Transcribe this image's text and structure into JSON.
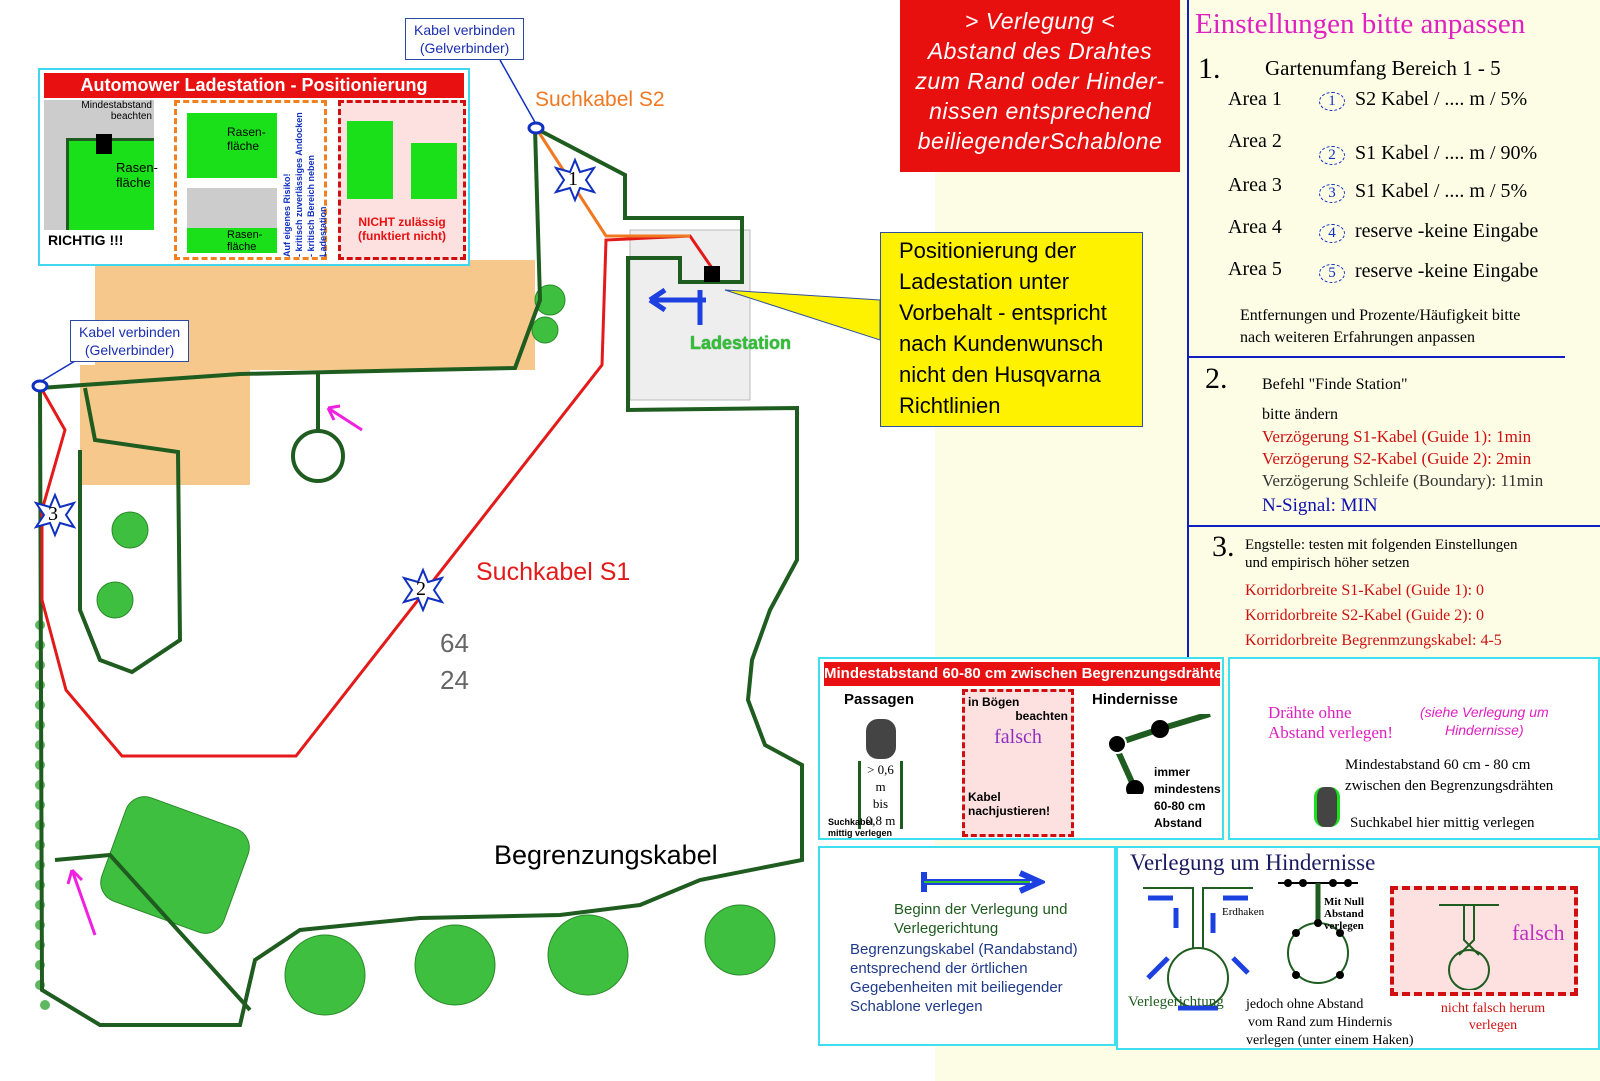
{
  "colors": {
    "boundary": "#1f5c1f",
    "s1": "#e41a1a",
    "s2": "#f07820",
    "accent_red": "#e80f0f",
    "callout_yellow": "#fff200",
    "magenta": "#e020c0",
    "cyan_border": "#3ee0f0"
  },
  "map": {
    "callout_top": {
      "line1": "Kabel verbinden",
      "line2": "(Gelverbinder)"
    },
    "callout_left": {
      "line1": "Kabel verbinden",
      "line2": "(Gelverbinder)"
    },
    "s2_label": "Suchkabel S2",
    "s1_label": "Suchkabel S1",
    "boundary_label": "Begrenzungskabel",
    "ladestation_label": "Ladestation",
    "plan_number_1": "64",
    "plan_number_2": "24",
    "stars": [
      "1",
      "2",
      "3"
    ]
  },
  "inset": {
    "title": "Automower Ladestation - Positionierung",
    "min_distance": "Mindestabstand beachten",
    "lawn": "Rasen-fläche",
    "correct": "RICHTIG !!!",
    "risk_line1": "Auf eigenes Risiko!",
    "risk_line2": "- kritisch zuverlässiges Andocken",
    "risk_line3": "- kritisch Bereich neben Ladestation",
    "not_allowed_line1": "NICHT zulässig",
    "not_allowed_line2": "(funktiert nicht)"
  },
  "verlegung": {
    "line1": "> Verlegung <",
    "line2": "Abstand des Drahtes",
    "line3": "zum Rand oder Hinder-",
    "line4": "nissen entsprechend",
    "line5": "beiliegenderSchablone"
  },
  "ladestation_callout": {
    "line1": "Positionierung der",
    "line2": "Ladestation unter",
    "line3": "Vorbehalt - entspricht",
    "line4": "nach Kundenwunsch",
    "line5": "nicht den Husqvarna",
    "line6": "Richtlinien"
  },
  "settings": {
    "title": "Einstellungen bitte anpassen",
    "section1": {
      "number": "1.",
      "heading": "Gartenumfang Bereich 1 - 5",
      "areas": [
        {
          "label": "Area 1",
          "star": "1",
          "value": "S2 Kabel / .... m / 5%"
        },
        {
          "label": "Area 2",
          "star": "2",
          "value": "S1 Kabel / .... m / 90%"
        },
        {
          "label": "Area 3",
          "star": "3",
          "value": "S1 Kabel / .... m / 5%"
        },
        {
          "label": "Area 4",
          "star": "4",
          "value": "reserve -keine Eingabe"
        },
        {
          "label": "Area 5",
          "star": "5",
          "value": "reserve -keine Eingabe"
        }
      ],
      "note_line1": "Entfernungen und Prozente/Häufigkeit bitte",
      "note_line2": "nach weiteren Erfahrungen anpassen"
    },
    "section2": {
      "number": "2.",
      "line1": "Befehl \"Finde Station\"",
      "line2": "bitte ändern",
      "delay_s1": "Verzögerung S1-Kabel (Guide 1): 1min",
      "delay_s2": "Verzögerung S2-Kabel (Guide 2): 2min",
      "delay_boundary": "Verzögerung Schleife (Boundary): 11min",
      "n_signal": "N-Signal: MIN"
    },
    "section3": {
      "number": "3.",
      "line1": "Engstelle: testen mit folgenden Einstellungen",
      "line2": "und empirisch höher setzen",
      "corridor_s1": "Korridorbreite S1-Kabel (Guide 1): 0",
      "corridor_s2": "Korridorbreite S2-Kabel (Guide 2): 0",
      "corridor_boundary": "Korridorbreite Begrenmzungskabel: 4-5"
    }
  },
  "min_distance_panel": {
    "title": "Mindestabstand 60-80 cm zwischen Begrenzungsdrähten",
    "passagen": "Passagen",
    "dist_1": "> 0,6 m",
    "dist_2": "bis",
    "dist_3": "0,8 m",
    "suchkabel_1": "Suchkabel",
    "suchkabel_2": "mittig verlegen",
    "bends_1": "in Bögen",
    "bends_2": "beachten",
    "falsch": "falsch",
    "adjust_1": "Kabel",
    "adjust_2": "nachjustieren!",
    "obstacles": "Hindernisse",
    "always_1": "immer",
    "always_2": "mindestens",
    "always_3": "60-80 cm",
    "always_4": "Abstand"
  },
  "wire_panel": {
    "no_gap_1": "Drähte ohne",
    "no_gap_2": "Abstand verlegen!",
    "see_1": "(siehe Verlegung um",
    "see_2": "Hindernisse)",
    "min_1": "Mindestabstand 60 cm - 80 cm",
    "min_2": "zwischen den Begrenzungsdrähten",
    "center": "Suchkabel hier mittig verlegen"
  },
  "start_panel": {
    "line1": "Beginn der Verlegung und",
    "line2": "Verlegerichtung",
    "line3": "Begrenzungskabel (Randabstand)",
    "line4": "entsprechend der örtlichen",
    "line5": "Gegebenheiten mit beiliegender",
    "line6": "Schablone verlegen"
  },
  "obstacle_panel": {
    "title": "Verlegung um Hindernisse",
    "direction": "Verlegerichtung",
    "earth_hook": "Erdhaken",
    "zero_1": "Mit Null",
    "zero_2": "Abstand",
    "zero_3": "verlegen",
    "without_1": "jedoch ohne Abstand",
    "without_2": "vom Rand zum Hindernis",
    "without_3": "verlegen (unter einem Haken)",
    "falsch": "falsch",
    "wrong_1": "nicht falsch herum",
    "wrong_2": "verlegen"
  }
}
